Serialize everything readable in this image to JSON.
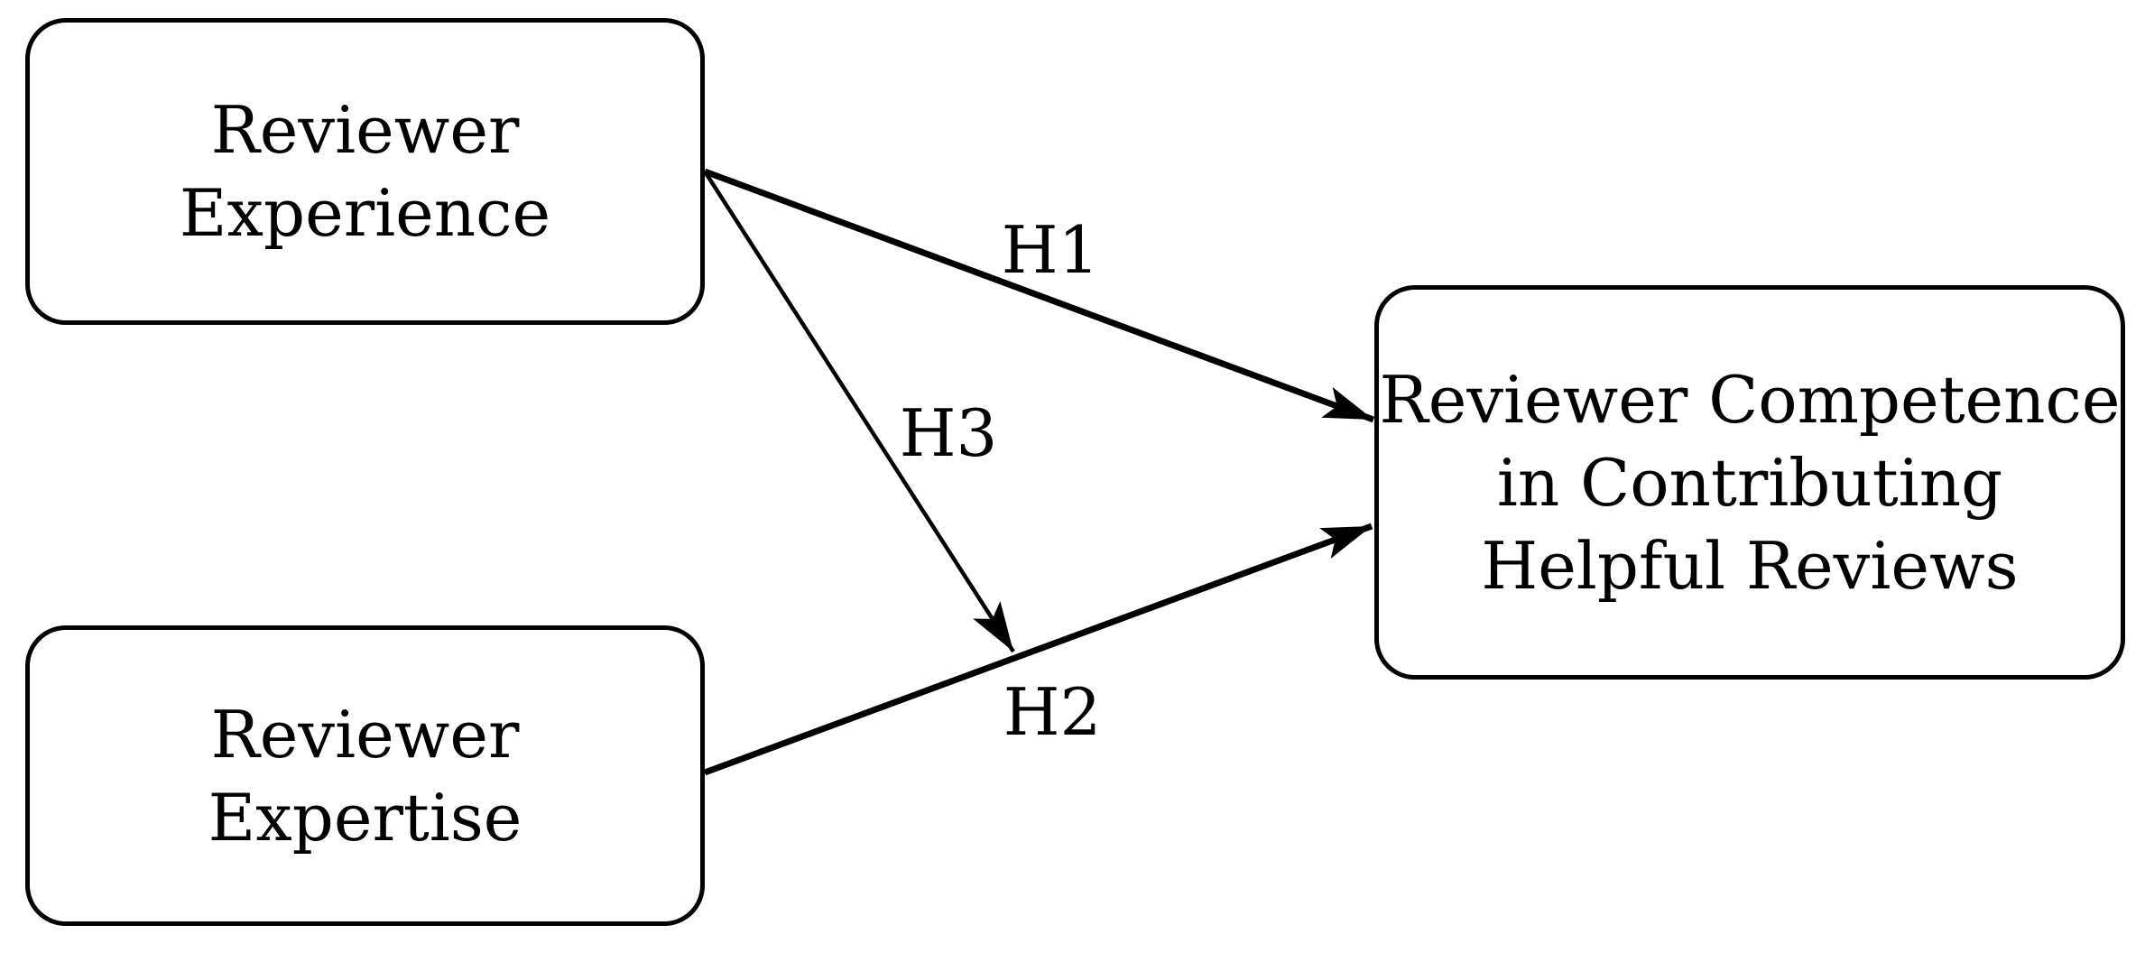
{
  "figure": {
    "background_color": "#ffffff",
    "stroke_color": "#000000",
    "nodes": [
      {
        "id": "reviewer-experience",
        "lines": [
          "Reviewer",
          "Experience"
        ]
      },
      {
        "id": "reviewer-expertise",
        "lines": [
          "Reviewer",
          "Expertise"
        ]
      },
      {
        "id": "reviewer-competence",
        "lines": [
          "Reviewer Competence",
          "in Contributing",
          "Helpful Reviews"
        ]
      }
    ],
    "edges": [
      {
        "id": "h1",
        "label": "H1",
        "from": "reviewer-experience",
        "to": "reviewer-competence"
      },
      {
        "id": "h2",
        "label": "H2",
        "from": "reviewer-expertise",
        "to": "reviewer-competence"
      },
      {
        "id": "h3",
        "label": "H3",
        "from": "reviewer-experience",
        "to": "h2-path"
      }
    ]
  }
}
